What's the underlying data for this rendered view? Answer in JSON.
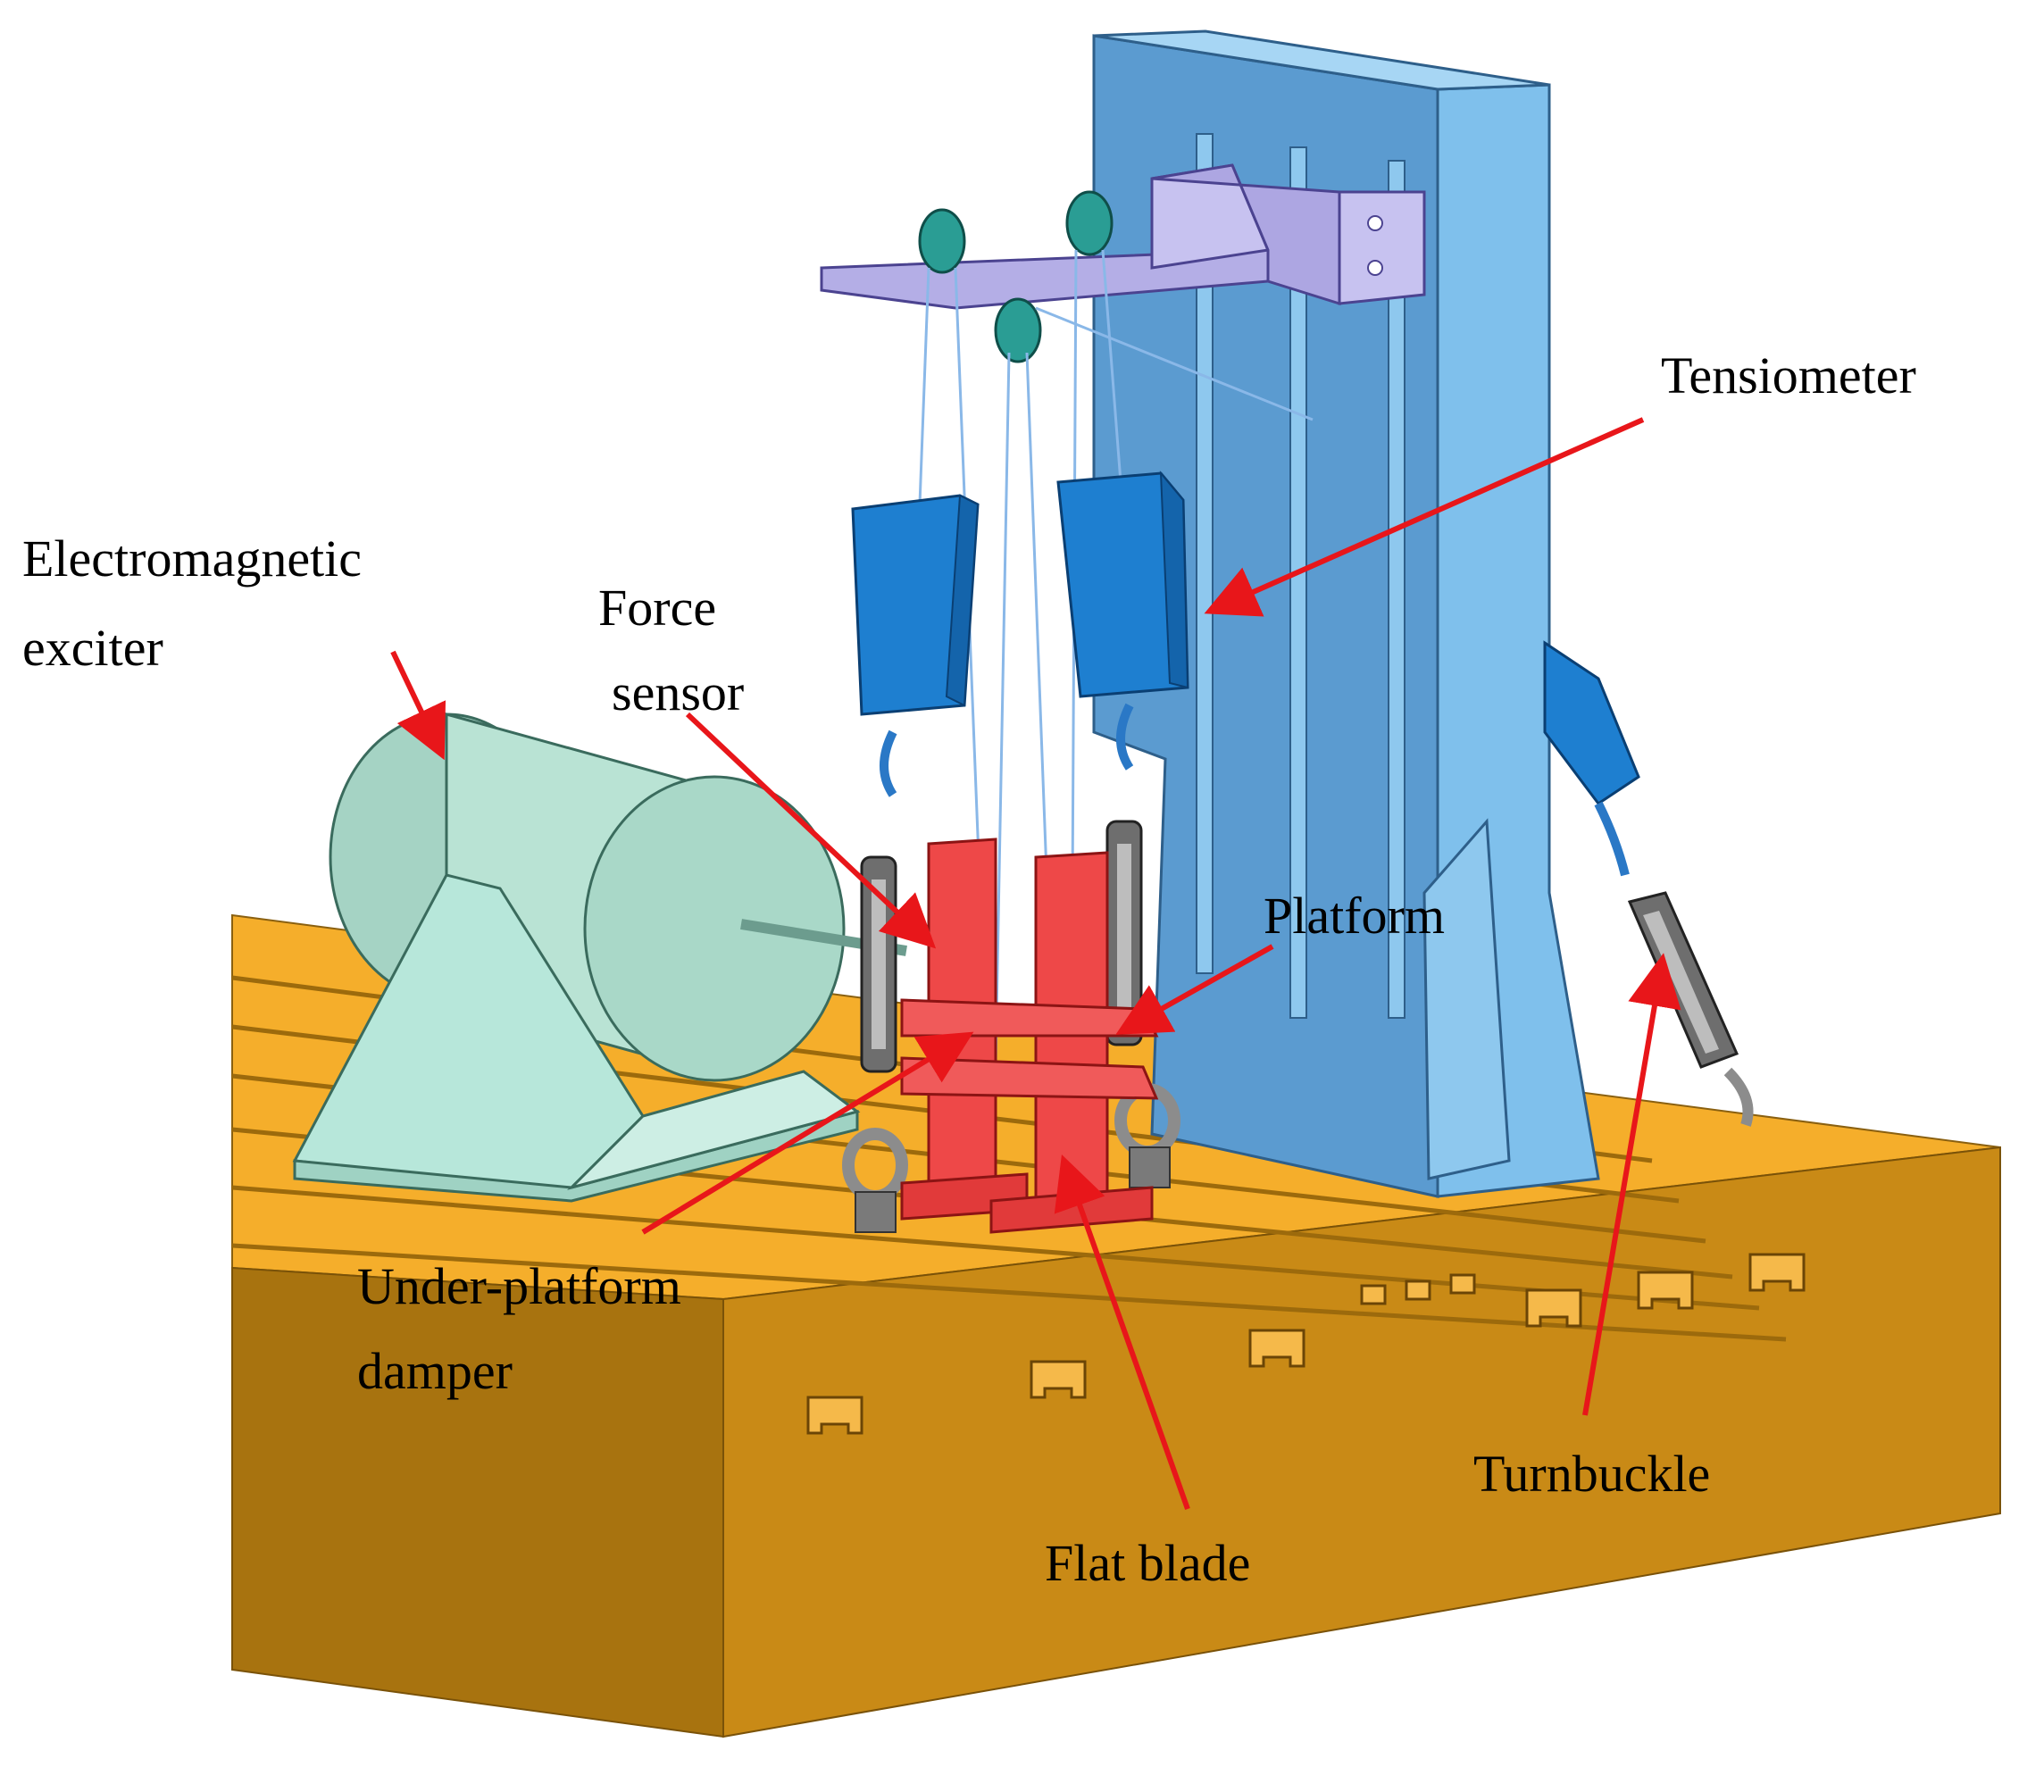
{
  "labels": {
    "tensiometer": "Tensiometer",
    "exciter_line1": "Electromagnetic",
    "exciter_line2": "exciter",
    "force_sensor_line1": "Force",
    "force_sensor_line2": "sensor",
    "platform": "Platform",
    "damper_line1": "Under-platform",
    "damper_line2": "damper",
    "turnbuckle": "Turnbuckle",
    "flat_blade": "Flat blade"
  },
  "colors": {
    "table_top": "#F5AE2B",
    "table_front": "#C98A16",
    "table_side": "#A8730F",
    "wall_front": "#5B9BD0",
    "wall_side": "#7FC0EC",
    "bracket": "#B4AEE6",
    "exciter": "#B9E3D4",
    "tensiometer": "#1E7FD0",
    "blade": "#EE4848",
    "turnbuckle": "#5C5C5C",
    "arrow": "#E8161A"
  }
}
